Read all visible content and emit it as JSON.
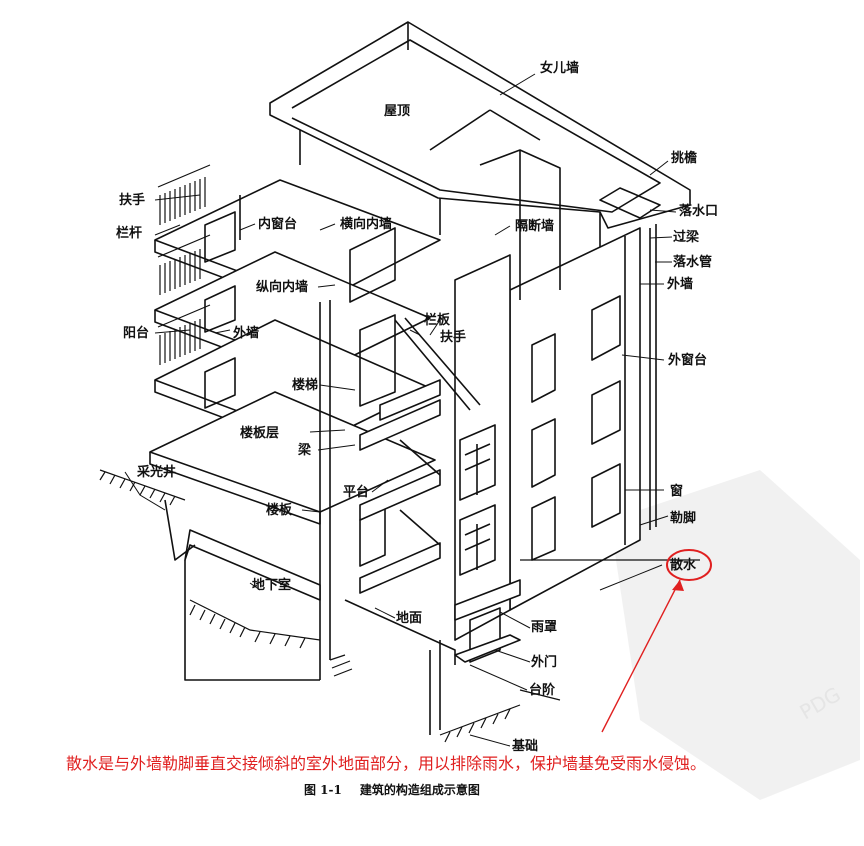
{
  "labels": {
    "nuer_qiang": "女儿墙",
    "wuding": "屋顶",
    "tiaoyan": "挑檐",
    "luoshuikou": "落水口",
    "guoliang": "过梁",
    "luoshuiguan": "落水管",
    "waiqiang_right": "外墙",
    "waichuangtai": "外窗台",
    "chuang": "窗",
    "lejiao": "勒脚",
    "sanshui": "散水",
    "yuzhao": "雨罩",
    "waimen": "外门",
    "taijie": "台阶",
    "jichu": "基础",
    "dimian": "地面",
    "dixiashi": "地下室",
    "caiguangjing": "采光井",
    "louban": "楼板",
    "pingtai": "平台",
    "liang": "梁",
    "loubanceng": "楼板层",
    "louti": "楼梯",
    "lanban": "栏板",
    "fushou_stair": "扶手",
    "yangtai": "阳台",
    "waiqiang_left": "外墙",
    "zongxiang_neiqiang": "纵向内墙",
    "langan": "栏杆",
    "fushou_left": "扶手",
    "neichuangtai": "内窗台",
    "hengxiang_neiqiang": "横向内墙",
    "geduanqiang": "隔断墙"
  },
  "caption": {
    "figure_no": "图 1-1",
    "title": "建筑的构造组成示意图"
  },
  "note": "散水是与外墙勒脚垂直交接倾斜的室外地面部分，用以排除雨水，保护墙基免受雨水侵蚀。",
  "watermark_text": "PDG",
  "colors": {
    "ink": "#111111",
    "annotation": "#e02020",
    "watermark": "#e9e9e9"
  }
}
